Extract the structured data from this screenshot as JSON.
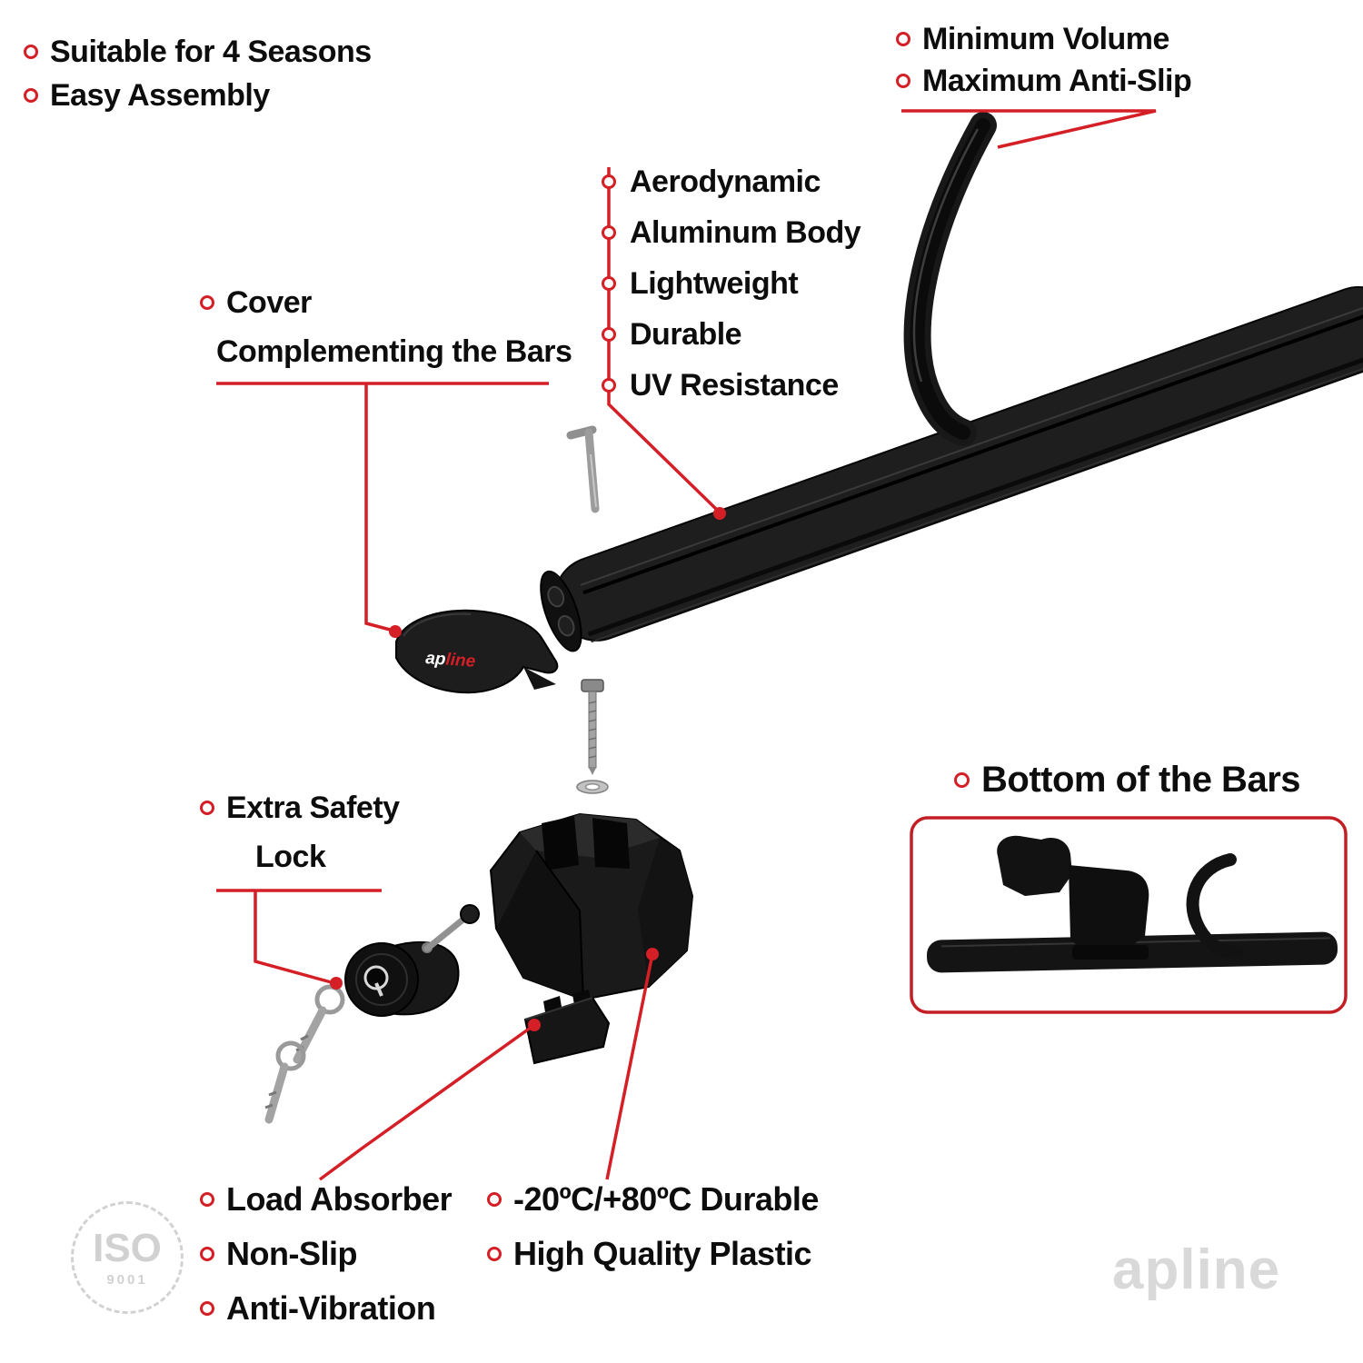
{
  "colors": {
    "red": "#d41f26",
    "dark": "#1a1a1a"
  },
  "top_left": {
    "items": [
      "Suitable for 4 Seasons",
      "Easy Assembly"
    ]
  },
  "top_right": {
    "items": [
      "Minimum Volume",
      "Maximum Anti-Slip"
    ]
  },
  "bar_features": {
    "items": [
      "Aerodynamic",
      "Aluminum Body",
      "Lightweight",
      "Durable",
      "UV Resistance"
    ]
  },
  "cover_label": {
    "line1": "Cover",
    "line2": "Complementing the Bars"
  },
  "lock_label": {
    "line1": "Extra Safety",
    "line2": "Lock"
  },
  "bottom_bars": {
    "label": "Bottom of the Bars"
  },
  "bottom_left": {
    "items": [
      "Load Absorber",
      "Non-Slip",
      "Anti-Vibration"
    ]
  },
  "bottom_mid": {
    "items": [
      "-20ºC/+80ºC Durable",
      "High Quality Plastic"
    ]
  },
  "cover_logo": {
    "ap": "ap",
    "line": "line"
  },
  "watermarks": {
    "iso": "ISO",
    "iso_number": "9001",
    "brand": "apline"
  }
}
